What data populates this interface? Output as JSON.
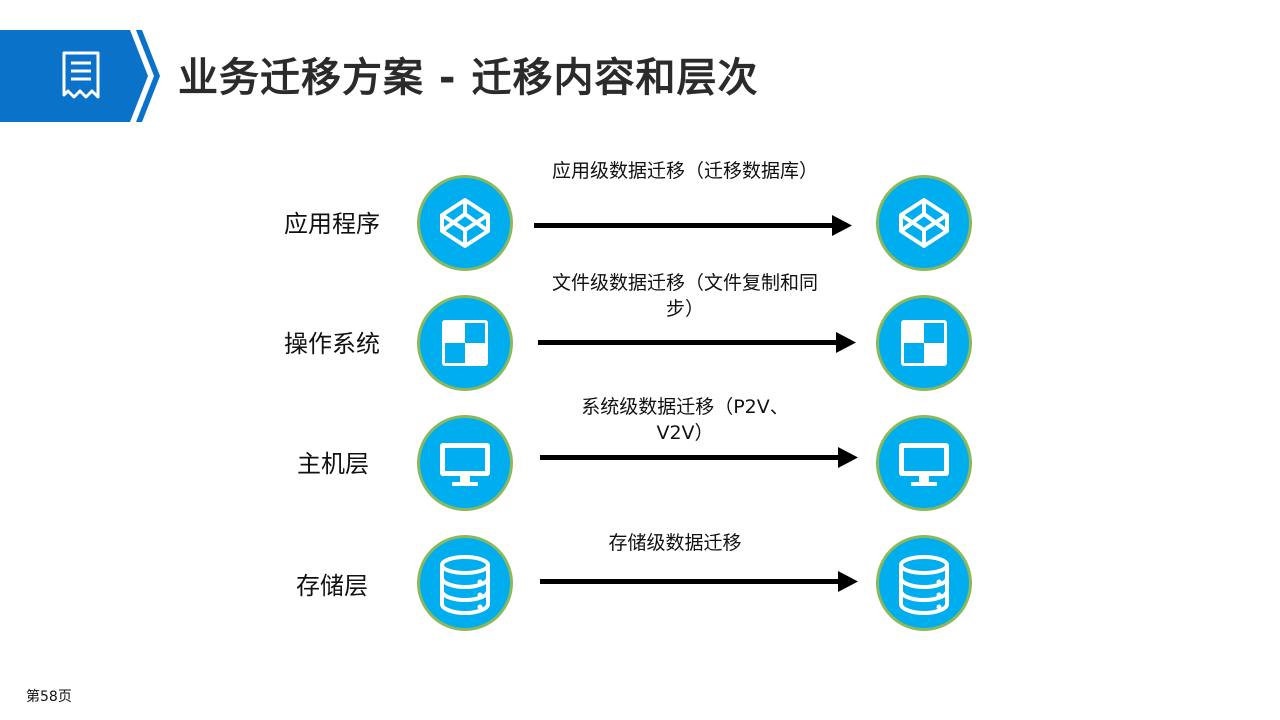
{
  "title": "业务迁移方案 - 迁移内容和层次",
  "icons": {
    "header": "document-icon"
  },
  "colors": {
    "accent": "#0a72c9",
    "circle_fill": "#00aeef",
    "circle_border": "#8ab85a",
    "arrow": "#000000"
  },
  "rows": [
    {
      "label": "应用程序",
      "caption": "应用级数据迁移（迁移数据库）",
      "icon": "codepen-cube-icon"
    },
    {
      "label": "操作系统",
      "caption": "文件级数据迁移（文件复制和同步）",
      "icon": "checker-window-icon"
    },
    {
      "label": "主机层",
      "caption": "系统级数据迁移（P2V、V2V）",
      "icon": "monitor-icon"
    },
    {
      "label": "存储层",
      "caption": "存储级数据迁移",
      "icon": "database-icon"
    }
  ],
  "footer": {
    "page": "第58页"
  }
}
